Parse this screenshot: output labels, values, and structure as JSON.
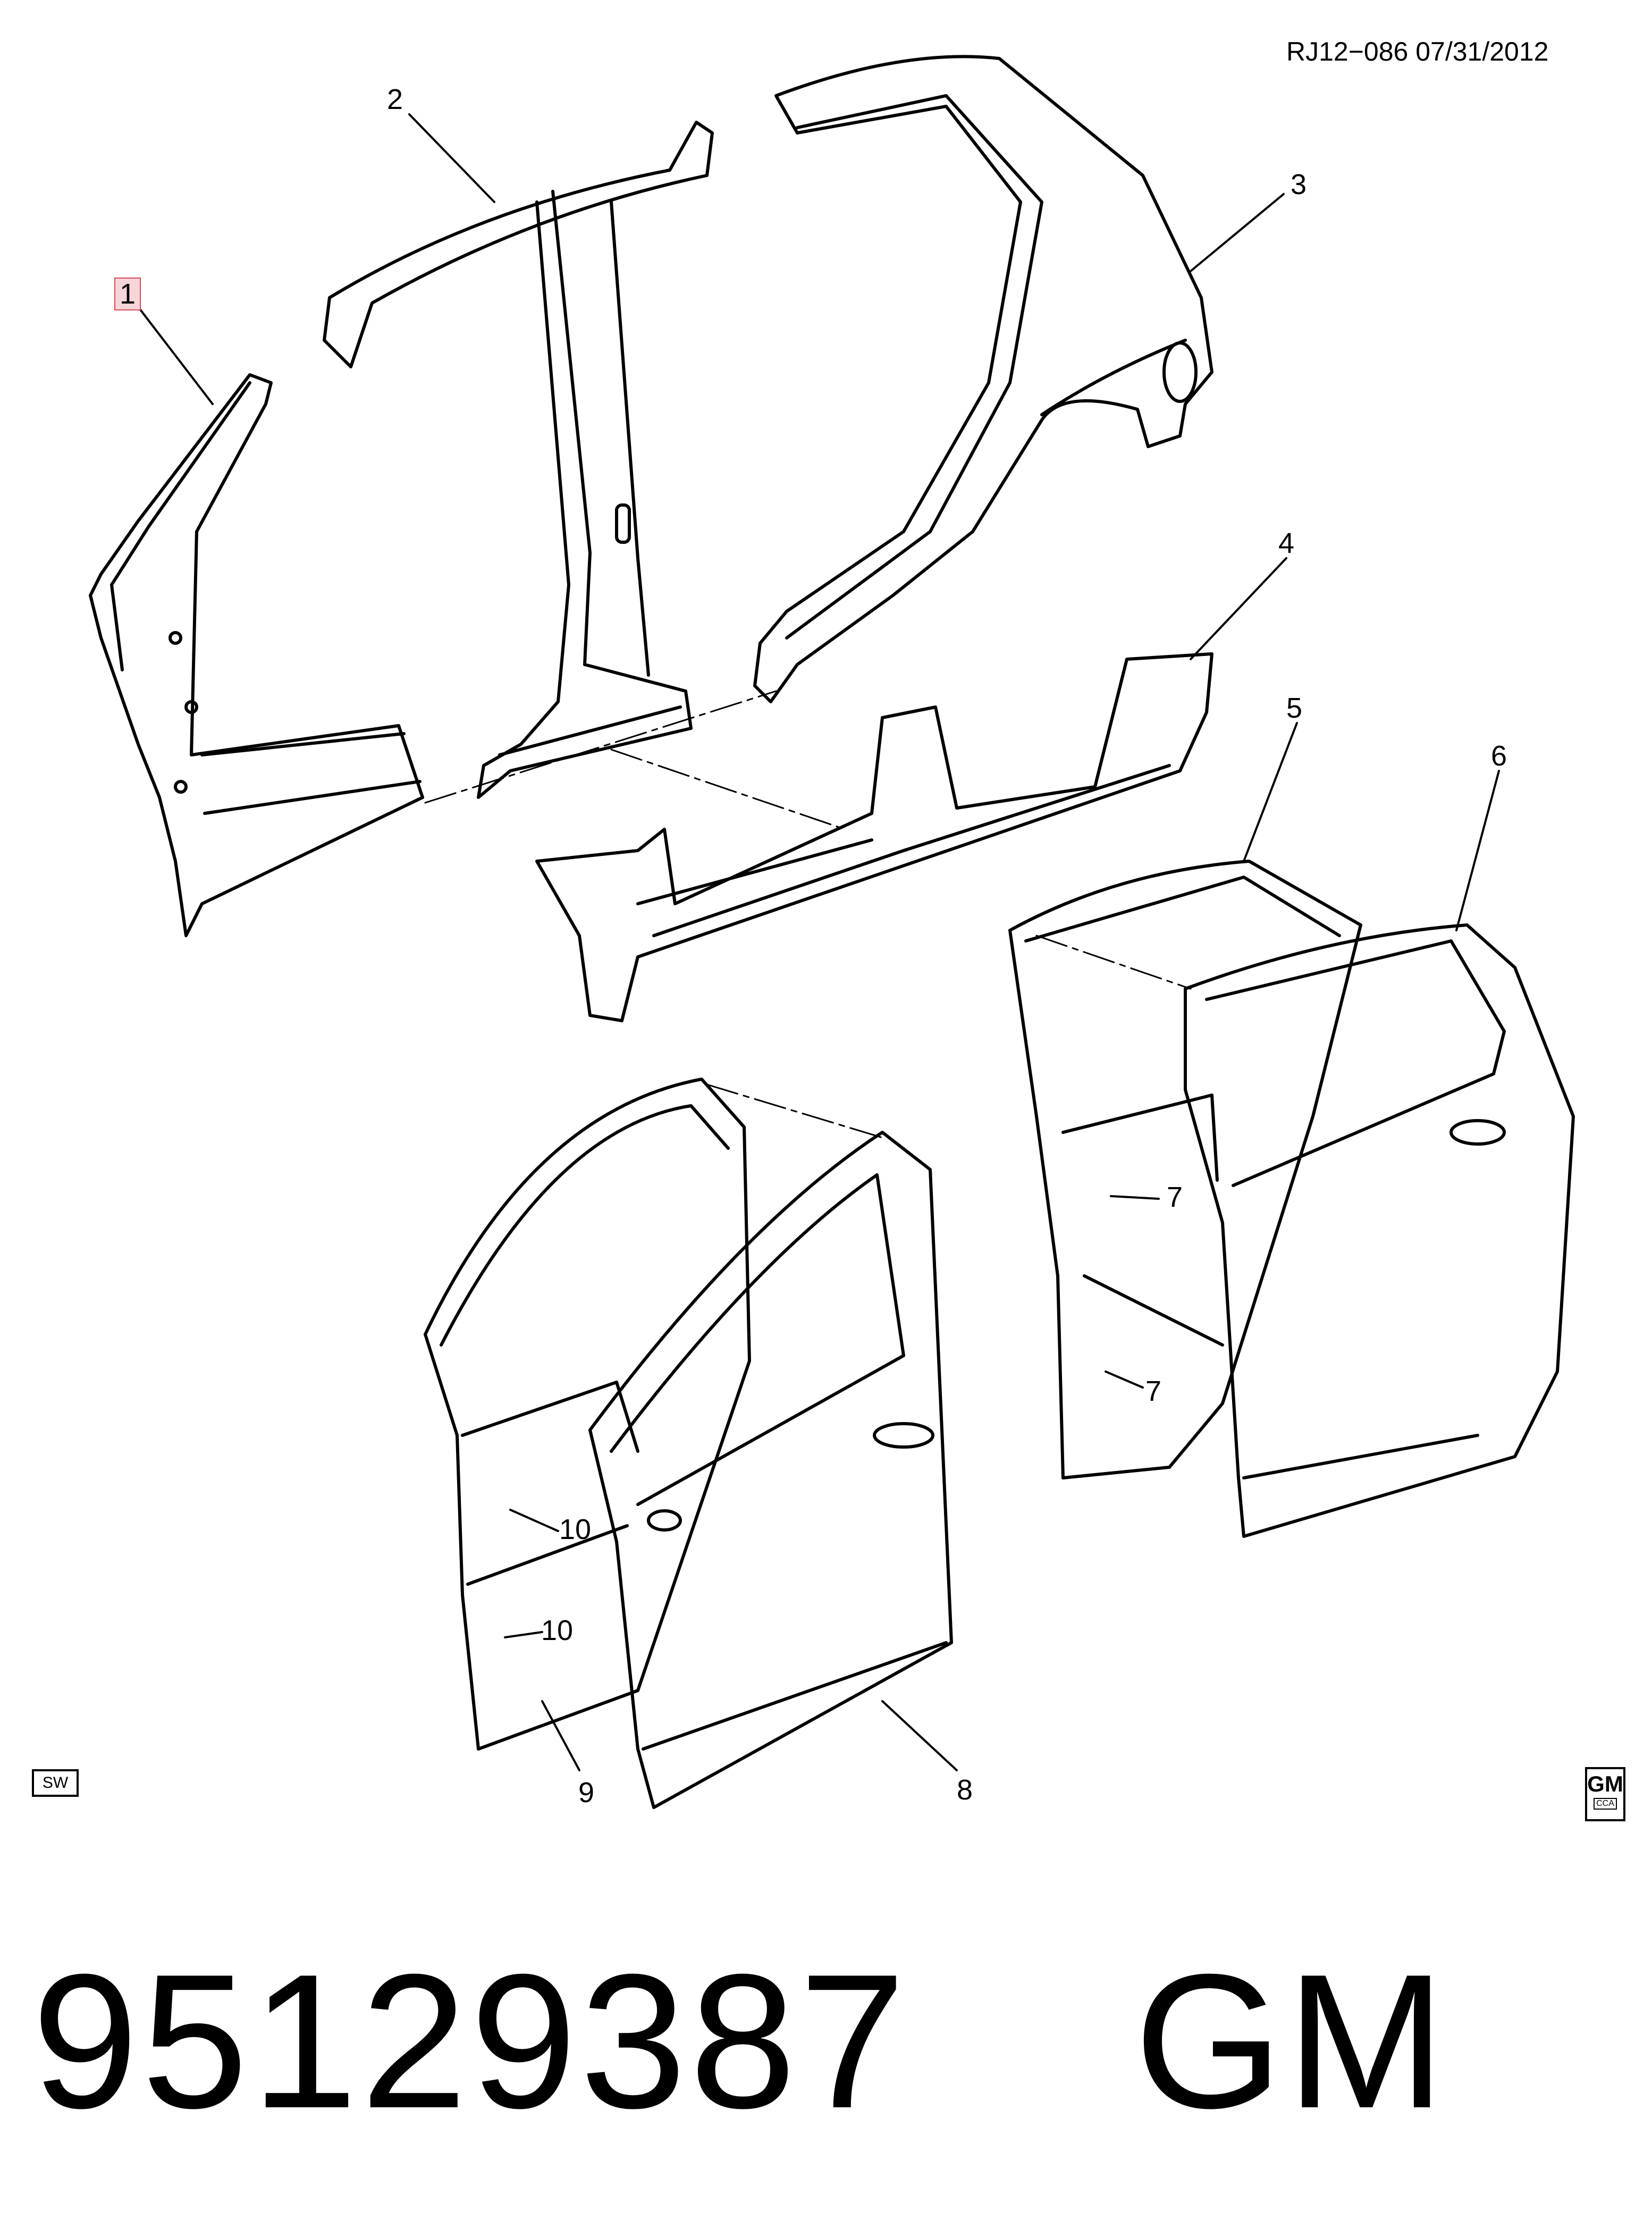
{
  "header": {
    "ref_code": "RJ12−086  07/31/2012"
  },
  "callouts": [
    "1",
    "2",
    "3",
    "4",
    "5",
    "6",
    "7",
    "7",
    "8",
    "9",
    "10",
    "10"
  ],
  "badges": {
    "sw": "SW",
    "logo_text": "GM",
    "logo_sub": "CCA"
  },
  "caption": {
    "part_number": "95129387",
    "brand": "GM"
  }
}
